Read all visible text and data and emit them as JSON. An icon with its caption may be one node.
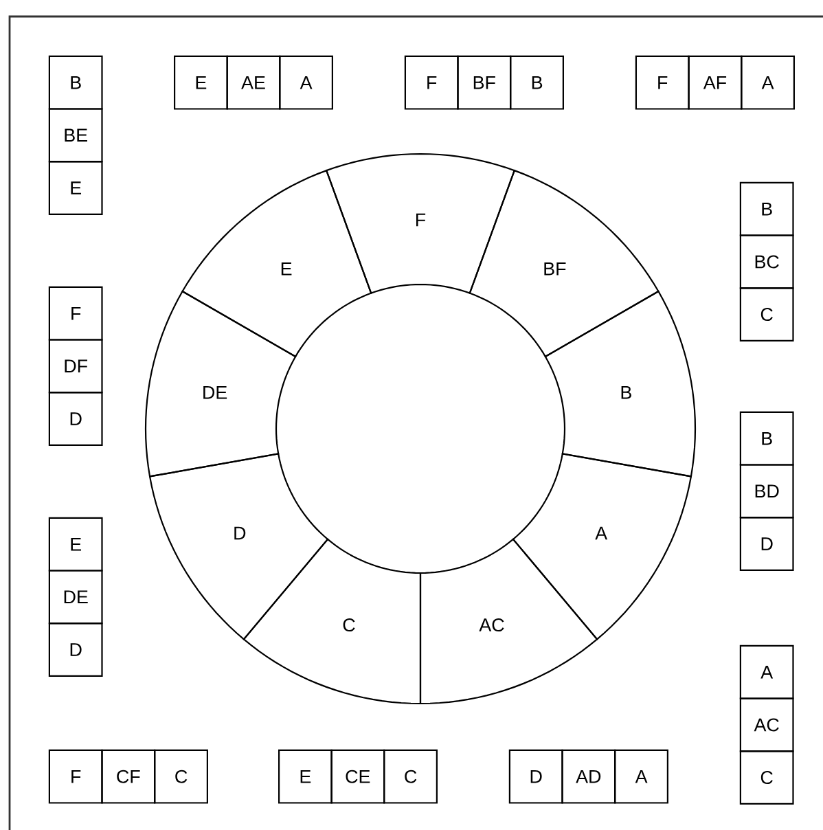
{
  "diagram": {
    "nodes": [
      {
        "text": [
          "F"
        ]
      },
      {
        "text": [
          "BF"
        ]
      },
      {
        "text": [
          "B"
        ]
      },
      {
        "text": [
          "A"
        ]
      },
      {
        "text": [
          "AC"
        ]
      },
      {
        "text": [
          "C"
        ]
      },
      {
        "text": [
          "D"
        ]
      },
      {
        "text": [
          "DE"
        ]
      },
      {
        "text": [
          "E"
        ]
      },
      {
        "text": [
          "B"
        ]
      },
      {
        "text": [
          "BE"
        ]
      },
      {
        "text": [
          "E"
        ]
      },
      {
        "text": [
          "E"
        ]
      },
      {
        "text": [
          "AE"
        ]
      },
      {
        "text": [
          "A"
        ]
      },
      {
        "text": [
          "F"
        ]
      },
      {
        "text": [
          "BF"
        ]
      },
      {
        "text": [
          "B"
        ]
      },
      {
        "text": [
          "F"
        ]
      },
      {
        "text": [
          "AF"
        ]
      },
      {
        "text": [
          "A"
        ]
      },
      {
        "text": [
          "B"
        ]
      },
      {
        "text": [
          "BC"
        ]
      },
      {
        "text": [
          "C"
        ]
      },
      {
        "text": [
          "F"
        ]
      },
      {
        "text": [
          "DF"
        ]
      },
      {
        "text": [
          "D"
        ]
      },
      {
        "text": [
          "B"
        ]
      },
      {
        "text": [
          "BD"
        ]
      },
      {
        "text": [
          "D"
        ]
      },
      {
        "text": [
          "E"
        ]
      },
      {
        "text": [
          "DE"
        ]
      },
      {
        "text": [
          "D"
        ]
      },
      {
        "text": [
          "A"
        ]
      },
      {
        "text": [
          "AC"
        ]
      },
      {
        "text": [
          "C"
        ]
      },
      {
        "text": [
          "F"
        ]
      },
      {
        "text": [
          "CF"
        ]
      },
      {
        "text": [
          "C"
        ]
      },
      {
        "text": [
          "E"
        ]
      },
      {
        "text": [
          "CE"
        ]
      },
      {
        "text": [
          "C"
        ]
      },
      {
        "text": [
          "D"
        ]
      },
      {
        "text": [
          "AD"
        ]
      },
      {
        "text": [
          "A"
        ]
      }
    ]
  }
}
